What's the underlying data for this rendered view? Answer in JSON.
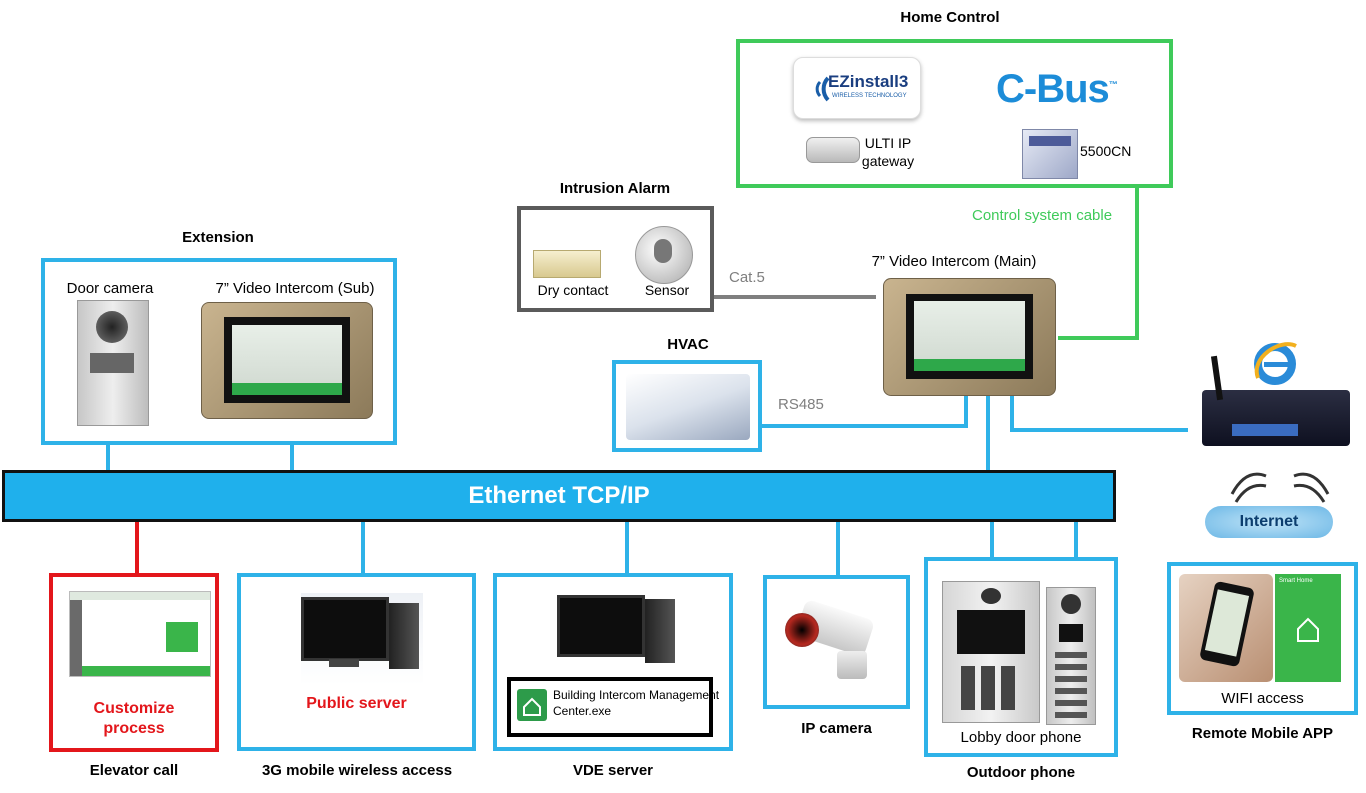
{
  "ethernet": {
    "label": "Ethernet TCP/IP"
  },
  "home_control": {
    "title": "Home Control",
    "ezinstall_logo": "EZinstall3",
    "ezinstall_tagline": "WIRELESS TECHNOLOGY",
    "cbus_logo": "C-Bus",
    "cbus_tm": "™",
    "ulti_label_line1": "ULTI IP",
    "ulti_label_line2": "gateway",
    "cn_label": "5500CN"
  },
  "control_cable": {
    "label": "Control system cable"
  },
  "intrusion_alarm": {
    "title": "Intrusion Alarm",
    "dry_contact": "Dry contact",
    "sensor": "Sensor"
  },
  "cat5": {
    "label": "Cat.5"
  },
  "main_intercom": {
    "label": "7” Video Intercom (Main)"
  },
  "extension": {
    "title": "Extension",
    "door_camera": "Door camera",
    "sub_intercom": "7” Video Intercom (Sub)"
  },
  "hvac": {
    "title": "HVAC"
  },
  "rs485": {
    "label": "RS485"
  },
  "internet": {
    "label": "Internet"
  },
  "elevator": {
    "title": "Elevator call",
    "inner_line1": "Customize",
    "inner_line2": "process"
  },
  "mobile_3g": {
    "title": "3G mobile wireless access",
    "inner": "Public server"
  },
  "vde": {
    "title": "VDE server",
    "exe_line1": "Building Intercom Management",
    "exe_line2": "Center.exe"
  },
  "ip_camera": {
    "title": "IP camera"
  },
  "outdoor": {
    "title": "Outdoor phone",
    "inner": "Lobby door phone"
  },
  "remote_app": {
    "title": "Remote Mobile APP",
    "inner": "WIFI access",
    "smart_home": "Smart Home"
  },
  "colors": {
    "ethernet": "#1fb0ec",
    "blue_border": "#2eb2e8",
    "green_border": "#3fca5a",
    "red_border": "#e3161b",
    "gray_wire": "#7f7f7f"
  }
}
